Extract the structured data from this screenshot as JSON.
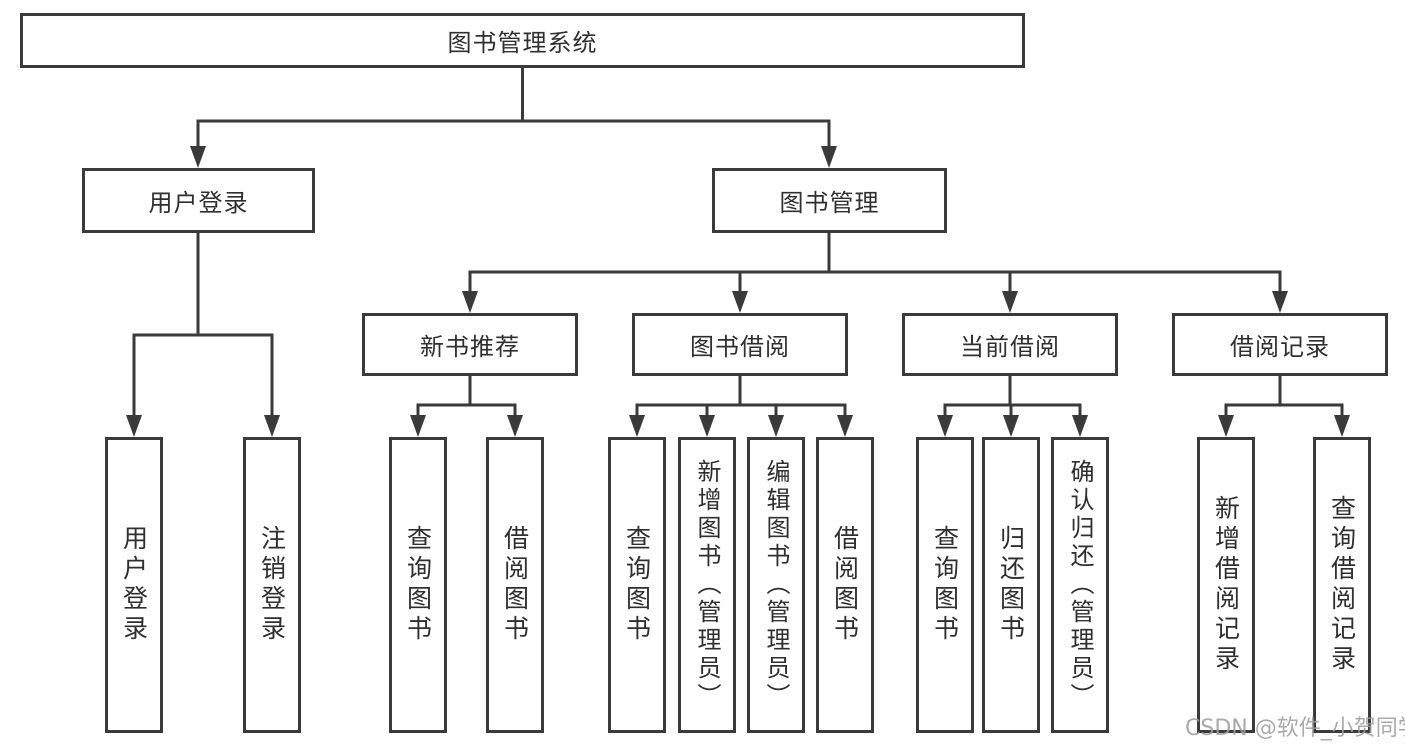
{
  "diagram": {
    "root": {
      "label": "图书管理系统"
    },
    "branches": [
      {
        "label": "用户登录",
        "children": [
          {
            "label": "用户登录"
          },
          {
            "label": "注销登录"
          }
        ]
      },
      {
        "label": "图书管理",
        "children": [
          {
            "label": "新书推荐",
            "children": [
              {
                "label": "查询图书"
              },
              {
                "label": "借阅图书"
              }
            ]
          },
          {
            "label": "图书借阅",
            "children": [
              {
                "label": "查询图书"
              },
              {
                "label": "新增图书（管理员）"
              },
              {
                "label": "编辑图书（管理员）"
              },
              {
                "label": "借阅图书"
              }
            ]
          },
          {
            "label": "当前借阅",
            "children": [
              {
                "label": "查询图书"
              },
              {
                "label": "归还图书"
              },
              {
                "label": "确认归还（管理员）"
              }
            ]
          },
          {
            "label": "借阅记录",
            "children": [
              {
                "label": "新增借阅记录"
              },
              {
                "label": "查询借阅记录"
              }
            ]
          }
        ]
      }
    ]
  },
  "watermark": {
    "text": "CSDN @软件_小贺同学"
  },
  "colors": {
    "line": "#3a3a3a",
    "box_border": "#3a3a3a",
    "text": "#2f2f2f",
    "watermark": "#9e9e9e",
    "background": "#ffffff"
  }
}
